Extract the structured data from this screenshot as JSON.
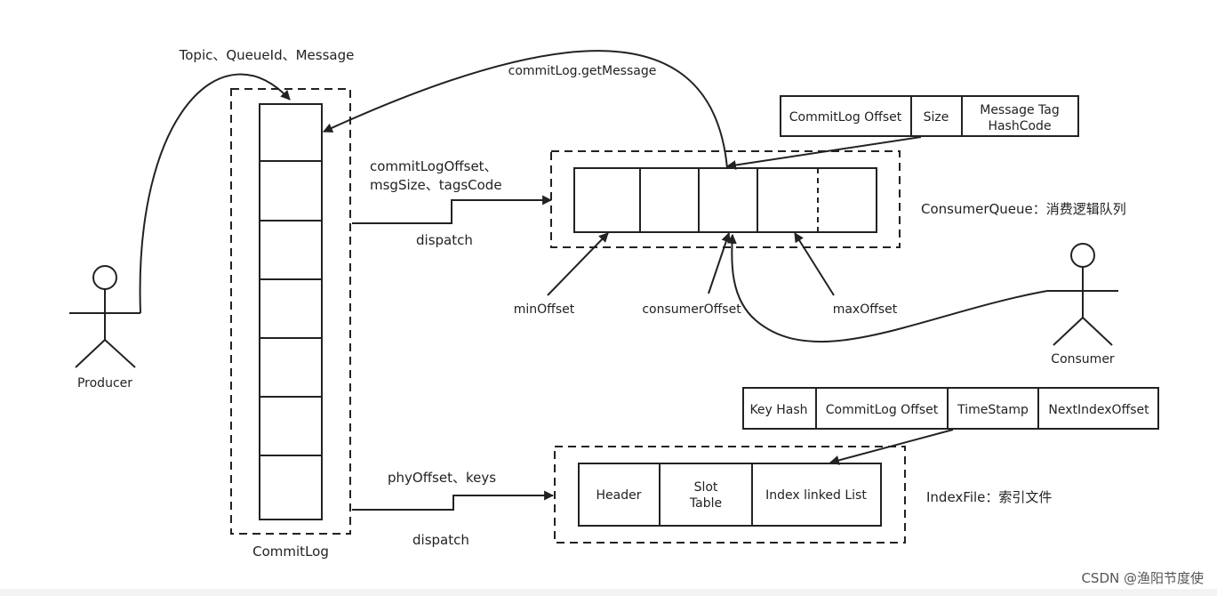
{
  "producer": {
    "label": "Producer"
  },
  "consumer": {
    "label": "Consumer"
  },
  "commitlog": {
    "label": "CommitLog"
  },
  "edges": {
    "producer_to_commitlog": "Topic、QueueId、Message",
    "get_message": "commitLog.getMessage",
    "dispatch_cq_line1": "commitLogOffset、",
    "dispatch_cq_line2": "msgSize、tagsCode",
    "dispatch_cq": "dispatch",
    "dispatch_index_keys": "phyOffset、keys",
    "dispatch_index": "dispatch"
  },
  "consumer_queue": {
    "title": "ConsumerQueue：消费逻辑队列",
    "entry_fields": [
      "CommitLog Offset",
      "Size",
      "Message Tag",
      "HashCode"
    ],
    "min_offset": "minOffset",
    "consumer_offset": "consumerOffset",
    "max_offset": "maxOffset"
  },
  "index_file": {
    "title": "IndexFile：索引文件",
    "entry_fields": [
      "Key Hash",
      "CommitLog Offset",
      "TimeStamp",
      "NextIndexOffset"
    ],
    "sections": [
      "Header",
      "Slot",
      "Table",
      "Index linked List"
    ]
  },
  "watermark": "CSDN @渔阳节度使"
}
